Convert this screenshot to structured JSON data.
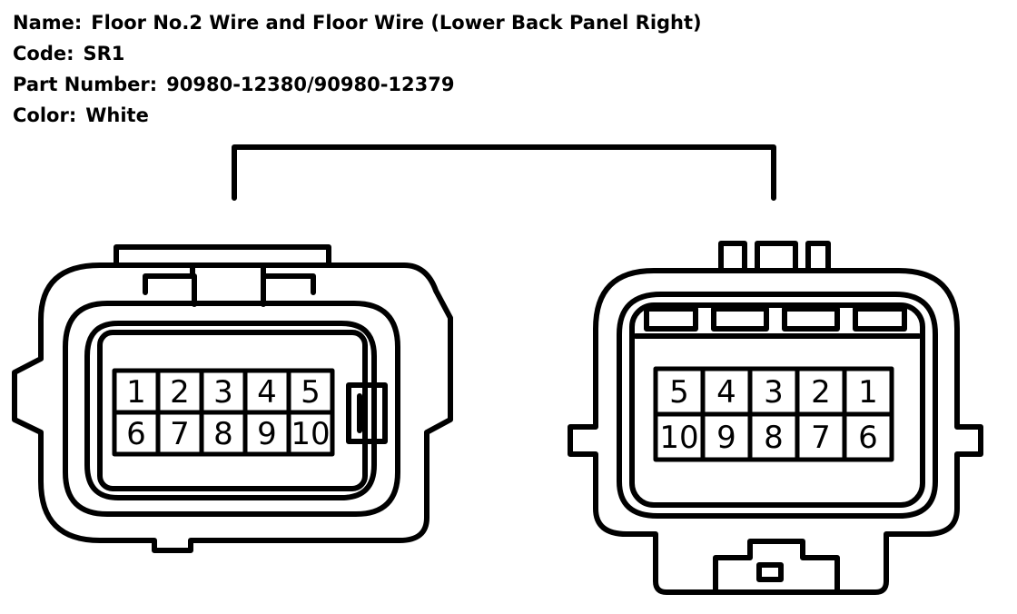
{
  "header": {
    "name_label": "Name:",
    "name_value": "Floor No.2 Wire and Floor Wire (Lower Back Panel Right)",
    "code_label": "Code:",
    "code_value": "SR1",
    "part_label": "Part Number:",
    "part_value": "90980-12380/90980-12379",
    "color_label": "Color:",
    "color_value": "White"
  },
  "connectors": {
    "left": {
      "rows": [
        [
          "1",
          "2",
          "3",
          "4",
          "5"
        ],
        [
          "6",
          "7",
          "8",
          "9",
          "10"
        ]
      ]
    },
    "right": {
      "rows": [
        [
          "5",
          "4",
          "3",
          "2",
          "1"
        ],
        [
          "10",
          "9",
          "8",
          "7",
          "6"
        ]
      ]
    }
  },
  "colors": {
    "line": "#000000",
    "background": "#ffffff"
  }
}
